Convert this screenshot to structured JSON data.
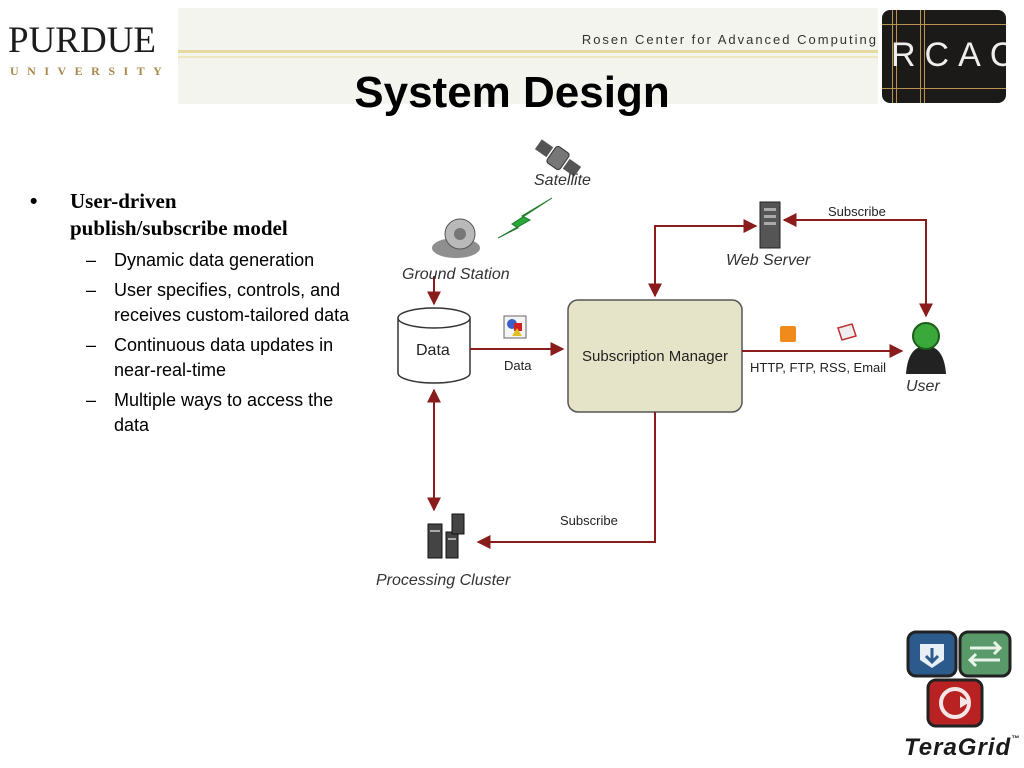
{
  "header": {
    "university_name": "PURDUE",
    "university_sub": "UNIVERSITY",
    "center_name": "Rosen Center for Advanced Computing",
    "badge": "RCAC"
  },
  "slide": {
    "title": "System Design"
  },
  "bullets": {
    "main": "User-driven publish/subscribe model",
    "marker": "•",
    "dash": "–",
    "items": [
      "Dynamic data generation",
      "User specifies, controls, and receives custom-tailored data",
      "Continuous data updates in near-real-time",
      "Multiple ways to access the data"
    ]
  },
  "diagram": {
    "satellite": "Satellite",
    "ground_station": "Ground Station",
    "data_store": "Data",
    "data_flow": "Data",
    "subscription_manager": "Subscription Manager",
    "web_server": "Web Server",
    "subscribe_top": "Subscribe",
    "delivery_methods": "HTTP, FTP, RSS, Email",
    "user": "User",
    "subscribe_bottom": "Subscribe",
    "processing_cluster": "Processing Cluster",
    "arrow_color": "#8b1c1c",
    "manager_fill": "#e6e4c8"
  },
  "footer": {
    "logo_text": "TeraGrid",
    "trademark": "™"
  }
}
